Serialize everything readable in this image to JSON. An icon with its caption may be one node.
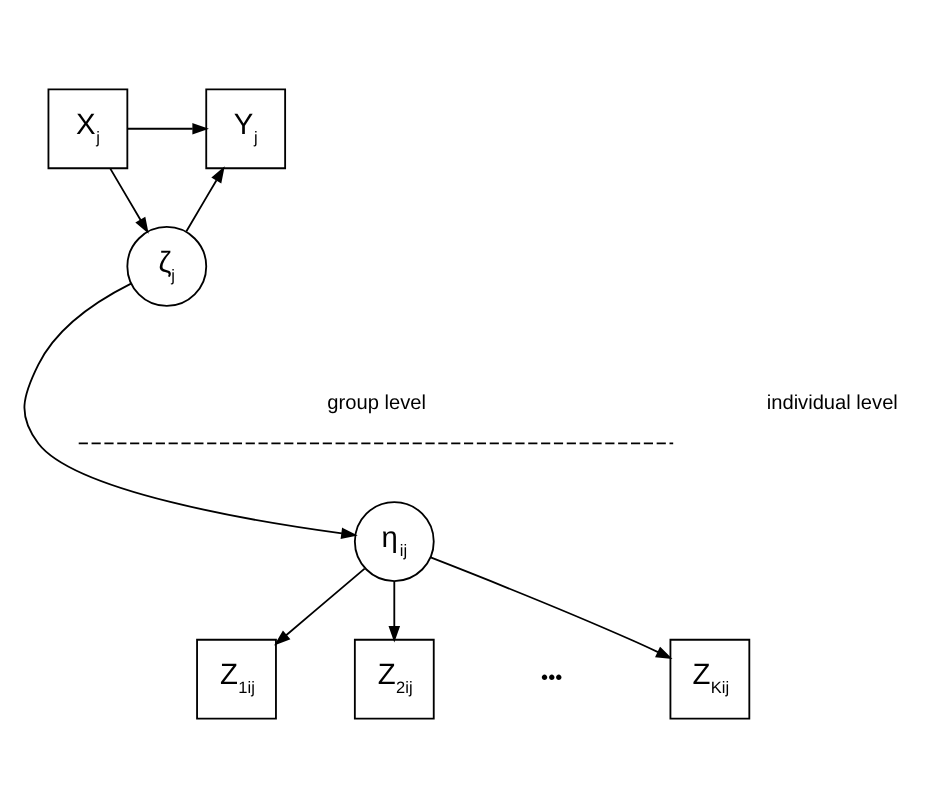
{
  "diagram": {
    "nodes": [
      {
        "text": [
          "X$_{j}$"
        ]
      },
      {
        "text": [
          "Y$_{j}$"
        ]
      },
      {
        "text": [
          "ζ$_{j}$"
        ]
      },
      {
        "text": [
          "η$_{ij}$"
        ]
      },
      {
        "text": [
          "Z$_{1ij}$"
        ]
      },
      {
        "text": [
          "Z$_{2ij}$"
        ]
      },
      {
        "text": [
          "Z$_{Kij}$"
        ]
      }
    ],
    "edges": [
      {
        "from": 0,
        "to": 1,
        "arrow": "to"
      },
      {
        "from": 0,
        "to": 2,
        "arrow": "to"
      },
      {
        "from": 2,
        "to": 1,
        "arrow": "to"
      },
      {
        "from": 2,
        "to": 3,
        "arrow": "to"
      },
      {
        "from": 3,
        "to": 4,
        "arrow": "to"
      },
      {
        "from": 3,
        "to": 5,
        "arrow": "to"
      },
      {
        "from": 3,
        "to": 6,
        "arrow": "to"
      }
    ],
    "labels": [
      "group level",
      "individual level",
      "•••"
    ]
  }
}
